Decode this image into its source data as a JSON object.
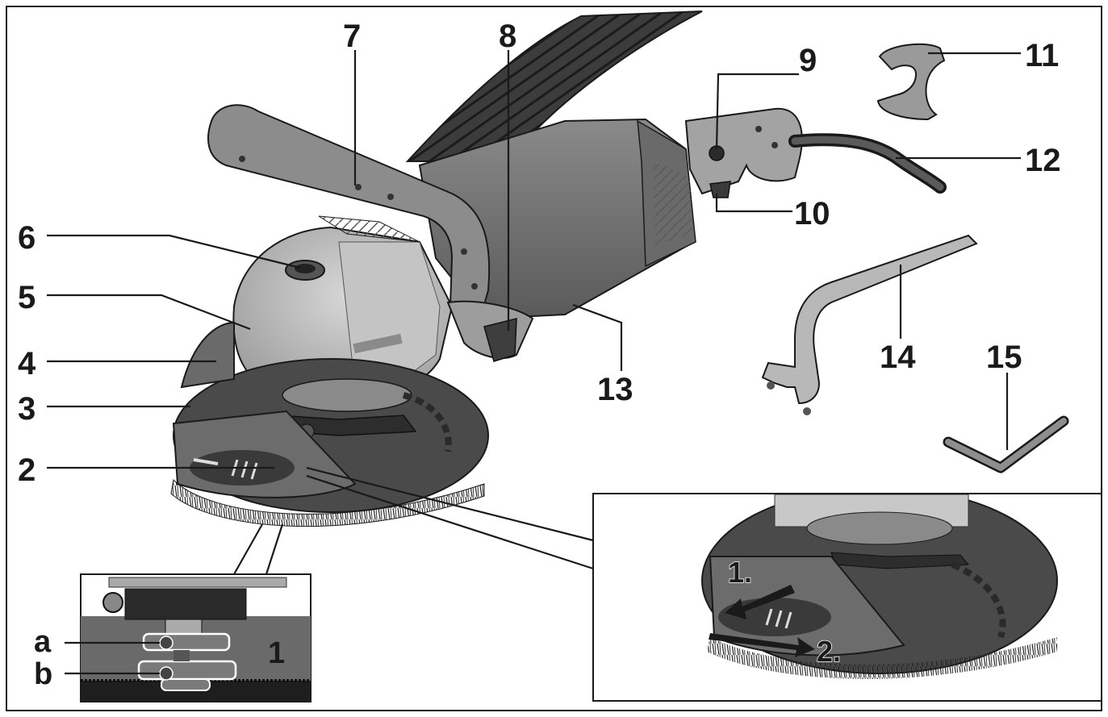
{
  "callouts": {
    "n1": "1",
    "n2": "2",
    "n3": "3",
    "n4": "4",
    "n5": "5",
    "n6": "6",
    "n7": "7",
    "n8": "8",
    "n9": "9",
    "n10": "10",
    "n11": "11",
    "n12": "12",
    "n13": "13",
    "n14": "14",
    "n15": "15"
  },
  "detail": {
    "a": "a",
    "b": "b",
    "number": "1"
  },
  "steps": {
    "s1": "1.",
    "s2": "2."
  },
  "colors": {
    "ink": "#1a1a1a",
    "dark_gray": "#4a4a4a",
    "mid_gray": "#7d7d7d",
    "light_gray": "#b9b9b9",
    "paper": "#ffffff"
  }
}
